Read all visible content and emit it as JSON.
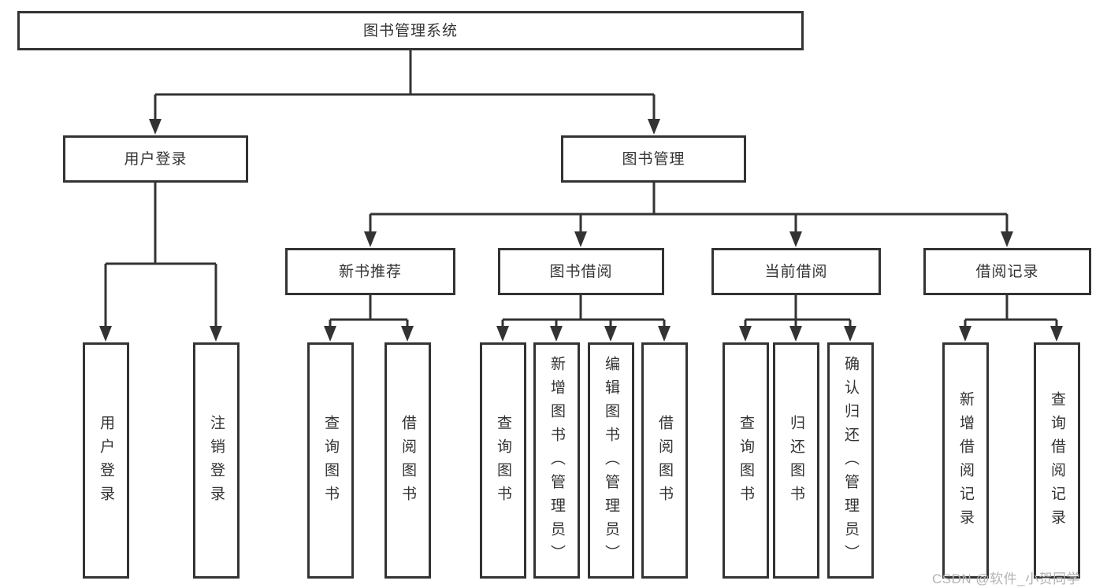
{
  "diagram": {
    "root": {
      "label": "图书管理系统"
    },
    "branches": [
      {
        "label": "用户登录",
        "children": [
          {
            "label": "用户登录"
          },
          {
            "label": "注销登录"
          }
        ]
      },
      {
        "label": "图书管理",
        "children": [
          {
            "label": "新书推荐",
            "children": [
              {
                "label": "查询图书"
              },
              {
                "label": "借阅图书"
              }
            ]
          },
          {
            "label": "图书借阅",
            "children": [
              {
                "label": "查询图书"
              },
              {
                "label": "新增图书（管理员）"
              },
              {
                "label": "编辑图书（管理员）"
              },
              {
                "label": "借阅图书"
              }
            ]
          },
          {
            "label": "当前借阅",
            "children": [
              {
                "label": "查询图书"
              },
              {
                "label": "归还图书"
              },
              {
                "label": "确认归还（管理员）"
              }
            ]
          },
          {
            "label": "借阅记录",
            "children": [
              {
                "label": "新增借阅记录"
              },
              {
                "label": "查询借阅记录"
              }
            ]
          }
        ]
      }
    ]
  },
  "watermark": {
    "text": "CSDN @软件_小贺同学"
  },
  "colors": {
    "line": "#333333",
    "text": "#333333",
    "background": "#ffffff",
    "watermark": "#b3b3b3"
  }
}
